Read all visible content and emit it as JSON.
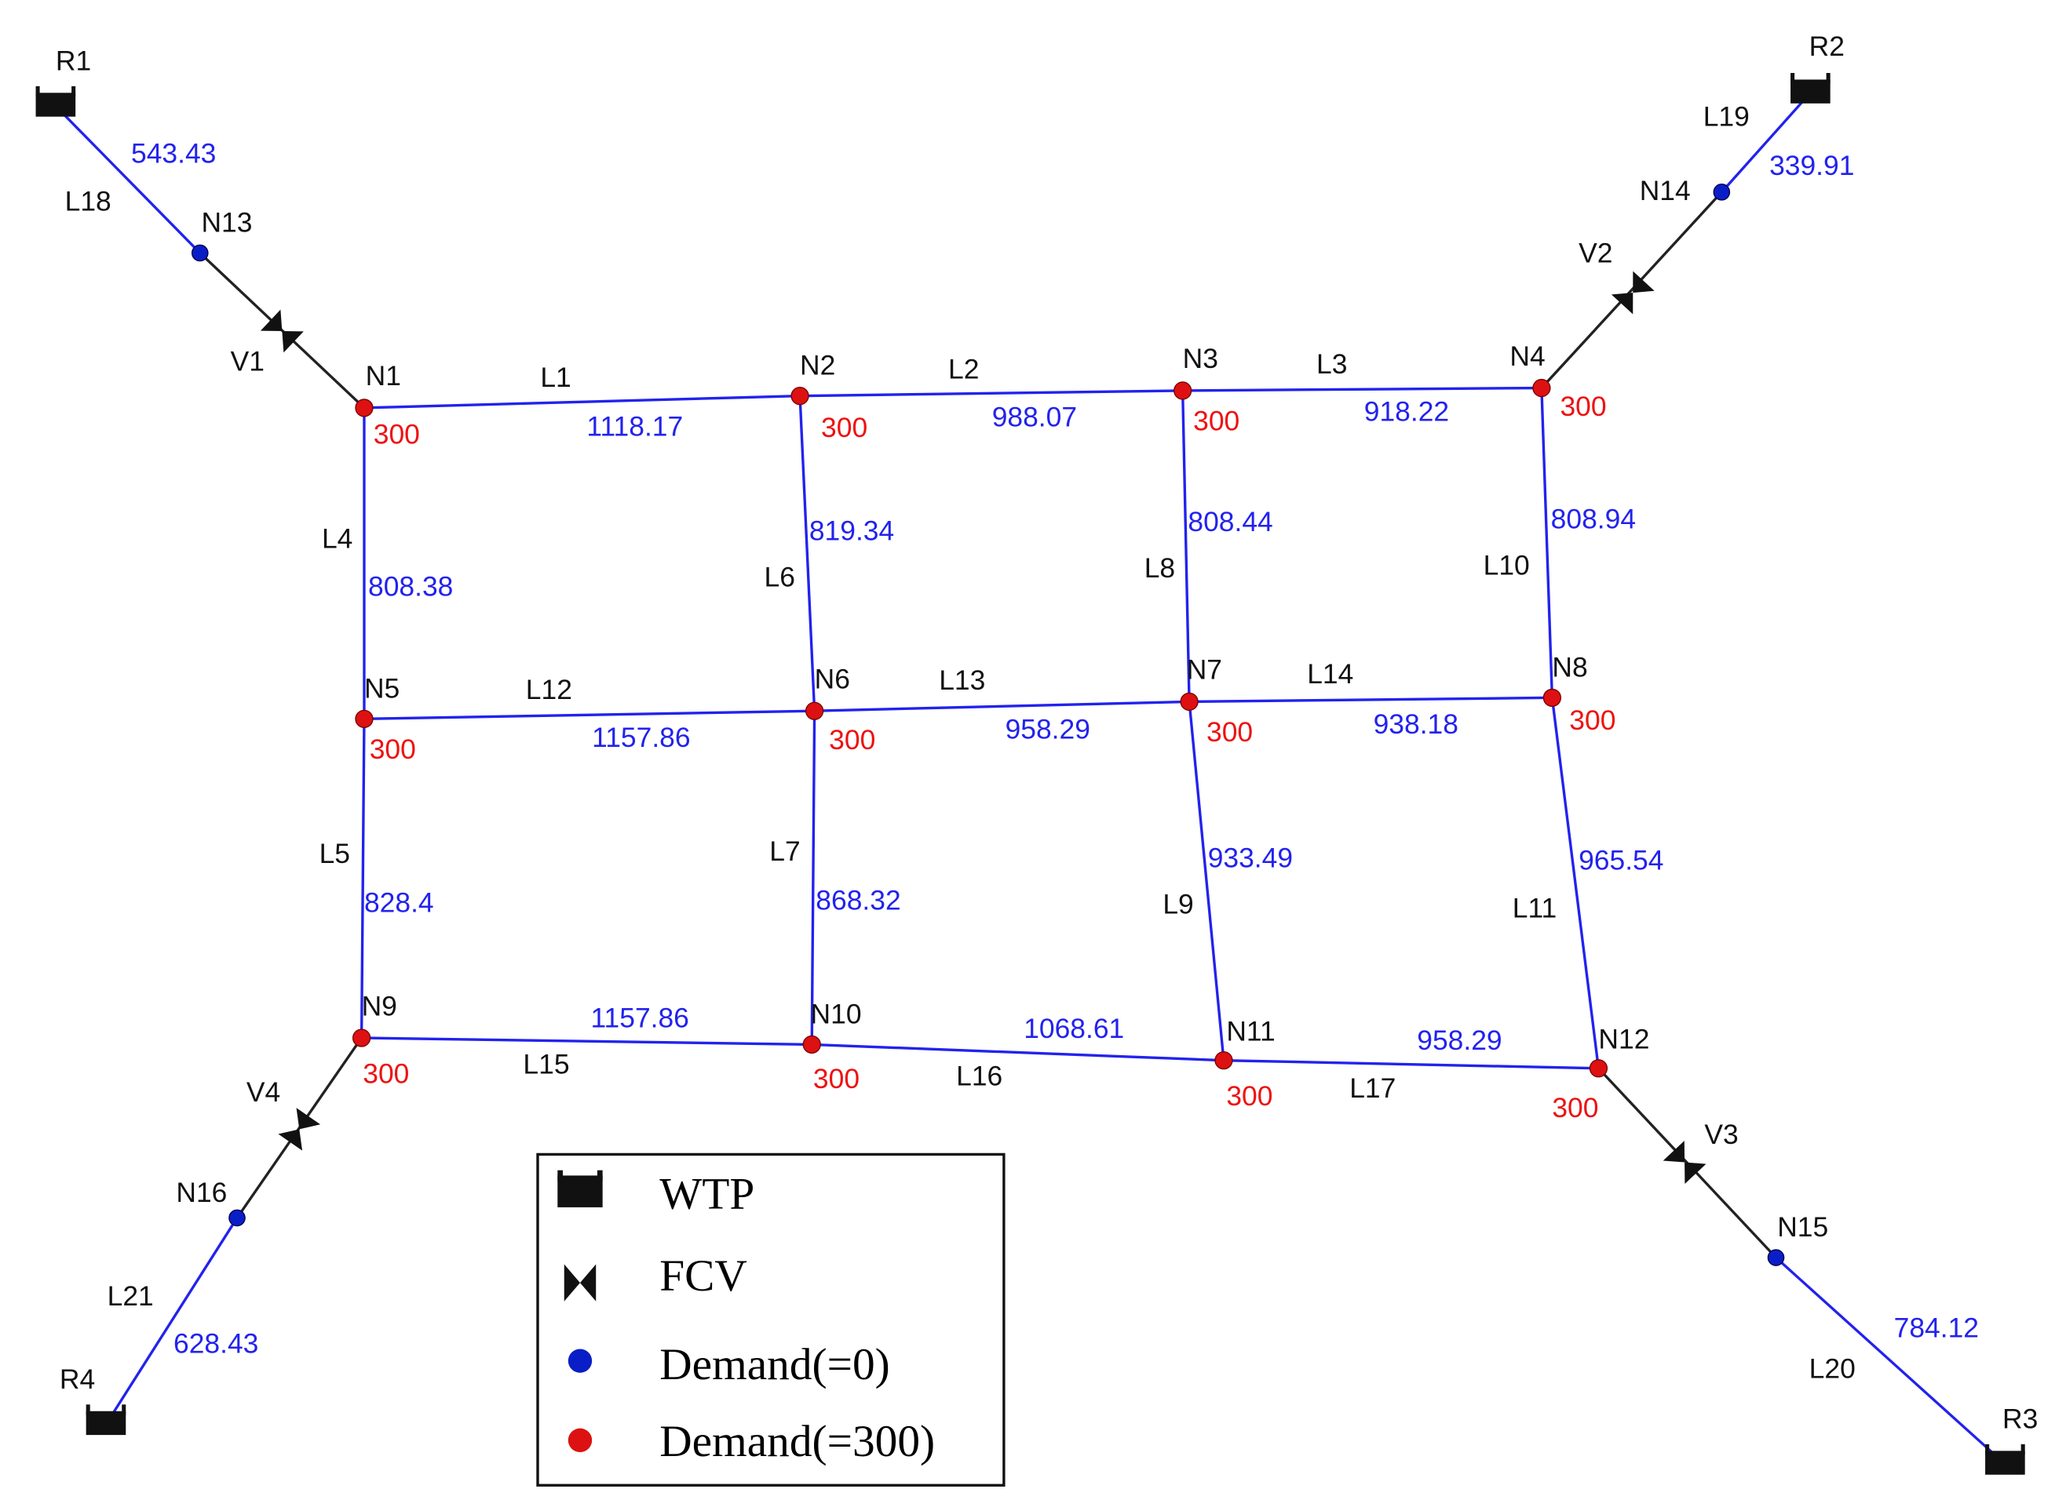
{
  "colors": {
    "pipe_main": "#2222ee",
    "pipe_valve": "#222222",
    "node_demand_300": "#dd1111",
    "node_demand_0": "#0a1ec8",
    "label_black": "#111111",
    "label_blue": "#2222ee",
    "label_red": "#ee1111"
  },
  "nodes": [
    {
      "id": "N1",
      "label": "N1",
      "type": "demand300",
      "demand": "300"
    },
    {
      "id": "N2",
      "label": "N2",
      "type": "demand300",
      "demand": "300"
    },
    {
      "id": "N3",
      "label": "N3",
      "type": "demand300",
      "demand": "300"
    },
    {
      "id": "N4",
      "label": "N4",
      "type": "demand300",
      "demand": "300"
    },
    {
      "id": "N5",
      "label": "N5",
      "type": "demand300",
      "demand": "300"
    },
    {
      "id": "N6",
      "label": "N6",
      "type": "demand300",
      "demand": "300"
    },
    {
      "id": "N7",
      "label": "N7",
      "type": "demand300",
      "demand": "300"
    },
    {
      "id": "N8",
      "label": "N8",
      "type": "demand300",
      "demand": "300"
    },
    {
      "id": "N9",
      "label": "N9",
      "type": "demand300",
      "demand": "300"
    },
    {
      "id": "N10",
      "label": "N10",
      "type": "demand300",
      "demand": "300"
    },
    {
      "id": "N11",
      "label": "N11",
      "type": "demand300",
      "demand": "300"
    },
    {
      "id": "N12",
      "label": "N12",
      "type": "demand300",
      "demand": "300"
    },
    {
      "id": "N13",
      "label": "N13",
      "type": "demand0"
    },
    {
      "id": "N14",
      "label": "N14",
      "type": "demand0"
    },
    {
      "id": "N15",
      "label": "N15",
      "type": "demand0"
    },
    {
      "id": "N16",
      "label": "N16",
      "type": "demand0"
    }
  ],
  "reservoirs": [
    {
      "id": "R1",
      "label": "R1"
    },
    {
      "id": "R2",
      "label": "R2"
    },
    {
      "id": "R3",
      "label": "R3"
    },
    {
      "id": "R4",
      "label": "R4"
    }
  ],
  "valves": [
    {
      "id": "V1",
      "label": "V1"
    },
    {
      "id": "V2",
      "label": "V2"
    },
    {
      "id": "V3",
      "label": "V3"
    },
    {
      "id": "V4",
      "label": "V4"
    }
  ],
  "links": [
    {
      "id": "L1",
      "label": "L1",
      "value": "1118.17"
    },
    {
      "id": "L2",
      "label": "L2",
      "value": "988.07"
    },
    {
      "id": "L3",
      "label": "L3",
      "value": "918.22"
    },
    {
      "id": "L4",
      "label": "L4",
      "value": "808.38"
    },
    {
      "id": "L5",
      "label": "L5",
      "value": "828.4"
    },
    {
      "id": "L6",
      "label": "L6",
      "value": "819.34"
    },
    {
      "id": "L7",
      "label": "L7",
      "value": "868.32"
    },
    {
      "id": "L8",
      "label": "L8",
      "value": "808.44"
    },
    {
      "id": "L9",
      "label": "L9",
      "value": "933.49"
    },
    {
      "id": "L10",
      "label": "L10",
      "value": "808.94"
    },
    {
      "id": "L11",
      "label": "L11",
      "value": "965.54"
    },
    {
      "id": "L12",
      "label": "L12",
      "value": "1157.86"
    },
    {
      "id": "L13",
      "label": "L13",
      "value": "958.29"
    },
    {
      "id": "L14",
      "label": "L14",
      "value": "938.18"
    },
    {
      "id": "L15",
      "label": "L15",
      "value": "1157.86"
    },
    {
      "id": "L16",
      "label": "L16",
      "value": "1068.61"
    },
    {
      "id": "L17",
      "label": "L17",
      "value": "958.29"
    },
    {
      "id": "L18",
      "label": "L18",
      "value": "543.43"
    },
    {
      "id": "L19",
      "label": "L19",
      "value": "339.91"
    },
    {
      "id": "L20",
      "label": "L20",
      "value": "784.12"
    },
    {
      "id": "L21",
      "label": "L21",
      "value": "628.43"
    }
  ],
  "legend": {
    "wtp": "WTP",
    "fcv": "FCV",
    "demand0": "Demand(=0)",
    "demand300": "Demand(=300)"
  }
}
